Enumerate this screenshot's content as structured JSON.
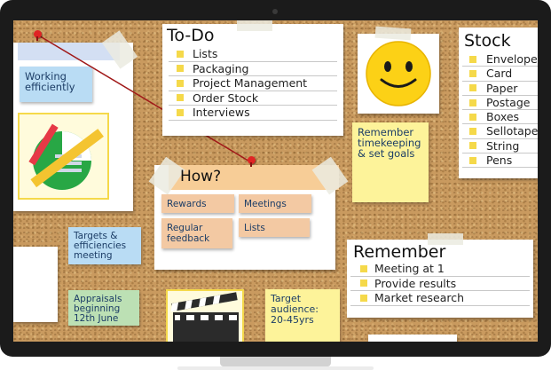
{
  "todo": {
    "title": "To-Do",
    "items": [
      "Lists",
      "Packaging",
      "Project Management",
      "Order Stock",
      "Interviews"
    ]
  },
  "stock": {
    "title": "Stock",
    "items": [
      "Envelope",
      "Card",
      "Paper",
      "Postage",
      "Boxes",
      "Sellotape",
      "String",
      "Pens"
    ]
  },
  "how": {
    "title": "How?",
    "cards": [
      "Rewards",
      "Meetings",
      "Regular feedback",
      "Lists"
    ]
  },
  "remember": {
    "title": "Remember",
    "items": [
      "Meeting at 1",
      "Provide results",
      "Market research"
    ]
  },
  "notes": {
    "working": "Working efficiently",
    "timekeeping": "Remember timekeeping & set goals",
    "targets": "Targets & efficiencies meeting",
    "appraisals": "Appraisals beginning 12th June",
    "audience": "Target audience: 20-45yrs"
  },
  "icons": {
    "smiley": "smiley-face-icon",
    "chart": "pie-chart-pencil-icon",
    "clapper": "clapperboard-icon",
    "pin": "push-pin-icon"
  },
  "colors": {
    "cork": "#c99a5f",
    "bullet": "#f5d94a",
    "note_text": "#1c3d66",
    "string": "#a01818"
  }
}
